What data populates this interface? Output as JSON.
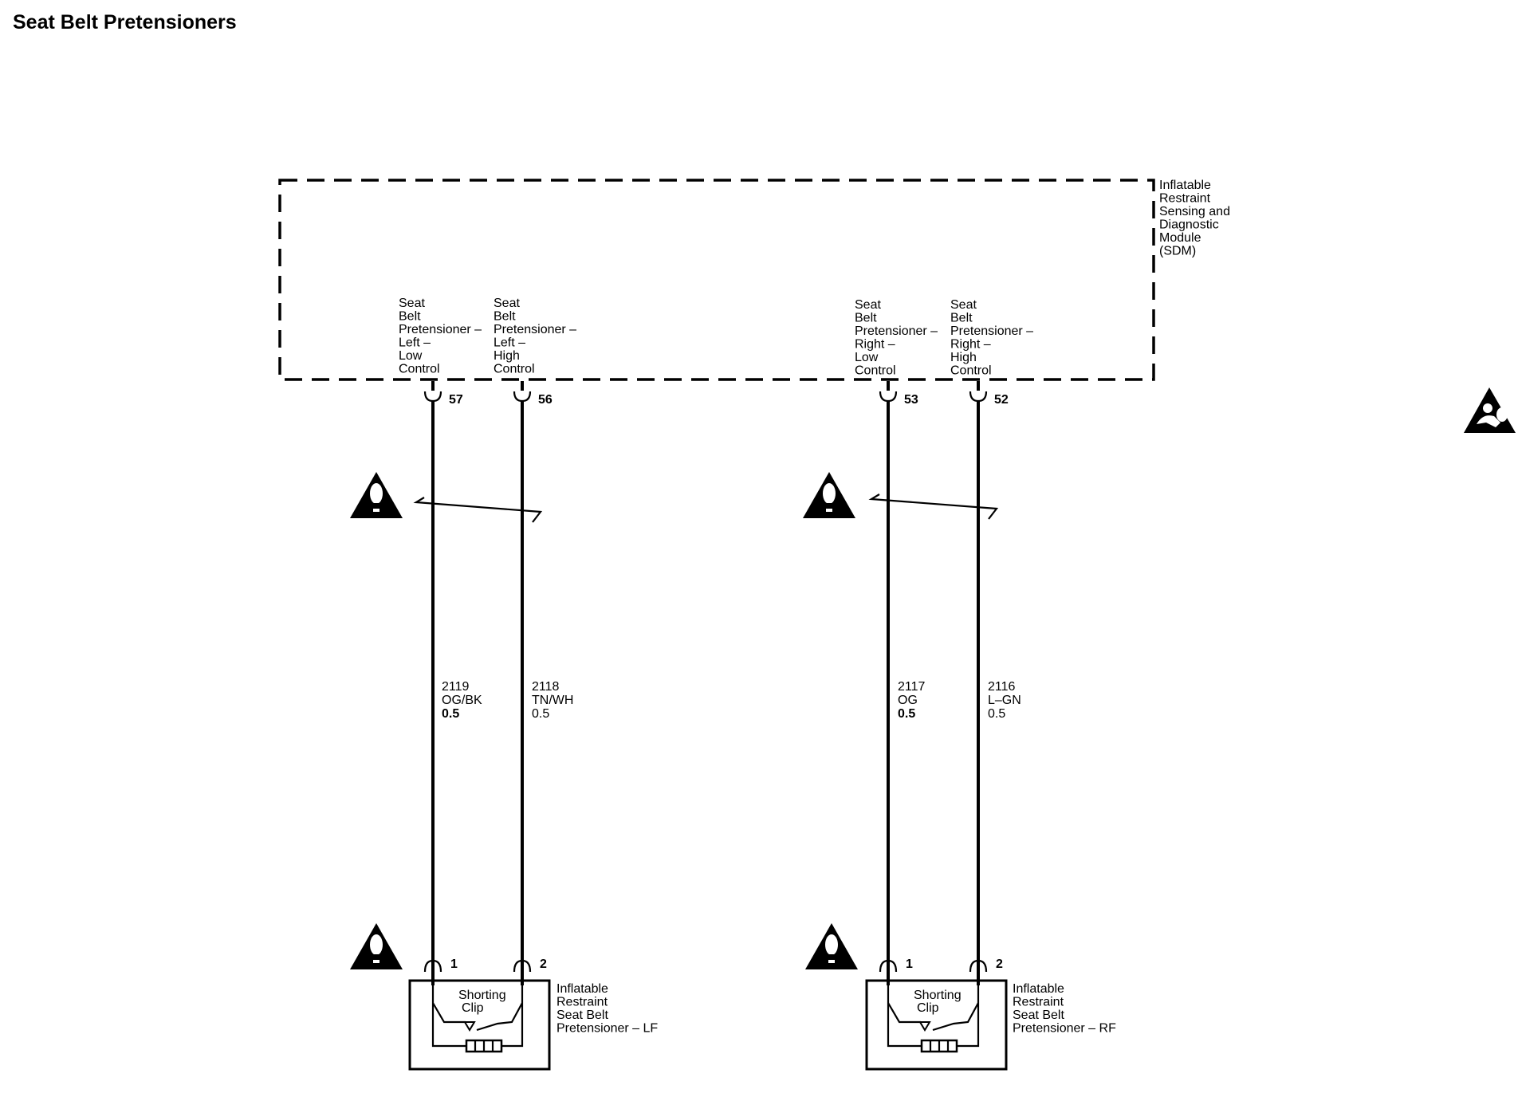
{
  "title": "Seat Belt Pretensioners",
  "sdm": {
    "label_lines": [
      "Inflatable",
      "Restraint",
      "Sensing and",
      "Diagnostic",
      "Module",
      "(SDM)"
    ]
  },
  "circuits": [
    {
      "id": "lf-low",
      "function_lines": [
        "Seat",
        "Belt",
        "Pretensioner –",
        "Left –",
        "Low",
        "Control"
      ],
      "sdm_pin": "57",
      "circuit_number": "2119",
      "color_code": "OG/BK",
      "wire_size": "0.5",
      "device_pin": "1"
    },
    {
      "id": "lf-high",
      "function_lines": [
        "Seat",
        "Belt",
        "Pretensioner –",
        "Left –",
        "High",
        "Control"
      ],
      "sdm_pin": "56",
      "circuit_number": "2118",
      "color_code": "TN/WH",
      "wire_size": "0.5",
      "device_pin": "2"
    },
    {
      "id": "rf-low",
      "function_lines": [
        "Seat",
        "Belt",
        "Pretensioner –",
        "Right –",
        "Low",
        "Control"
      ],
      "sdm_pin": "53",
      "circuit_number": "2117",
      "color_code": "OG",
      "wire_size": "0.5",
      "device_pin": "1"
    },
    {
      "id": "rf-high",
      "function_lines": [
        "Seat",
        "Belt",
        "Pretensioner –",
        "Right –",
        "High",
        "Control"
      ],
      "sdm_pin": "52",
      "circuit_number": "2116",
      "color_code": "L–GN",
      "wire_size": "0.5",
      "device_pin": "2"
    }
  ],
  "devices": [
    {
      "id": "lf",
      "clip_lines": [
        "Shorting",
        "Clip"
      ],
      "label_lines": [
        "Inflatable",
        "Restraint",
        "Seat Belt",
        "Pretensioner – LF"
      ]
    },
    {
      "id": "rf",
      "clip_lines": [
        "Shorting",
        "Clip"
      ],
      "label_lines": [
        "Inflatable",
        "Restraint",
        "Seat Belt",
        "Pretensioner – RF"
      ]
    }
  ],
  "icons": {
    "warning": "warning-triangle-icon",
    "airbag_symbol": "airbag-system-icon"
  }
}
